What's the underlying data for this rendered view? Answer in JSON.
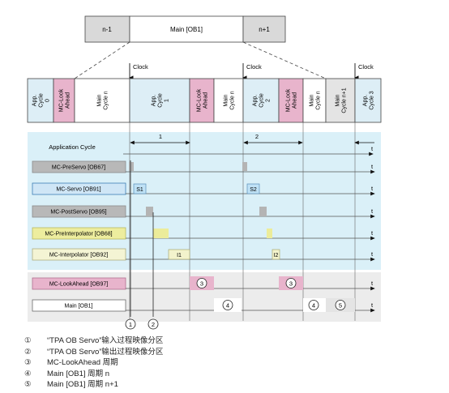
{
  "top_bar": {
    "left": "n-1",
    "center": "Main [OB1]",
    "right": "n+1"
  },
  "clock_label": "Clock",
  "cycle_strip": [
    {
      "text": "App.\nCycle\n0",
      "kind": "app"
    },
    {
      "text": "MC-Look\nAhead",
      "kind": "lookahead"
    },
    {
      "text": "Main\nCycle n",
      "kind": "main"
    },
    {
      "text": "App.\nCycle\n1",
      "kind": "app"
    },
    {
      "text": "MC-Look\nAhead",
      "kind": "lookahead"
    },
    {
      "text": "Main\nCycle n",
      "kind": "main"
    },
    {
      "text": "App.\nCycle\n2",
      "kind": "app"
    },
    {
      "text": "MC-Look\nAhead",
      "kind": "lookahead"
    },
    {
      "text": "Main\nCycle n",
      "kind": "main"
    },
    {
      "text": "Main\nCycle n+1",
      "kind": "main2"
    },
    {
      "text": "App.\nCycle 3",
      "kind": "app"
    }
  ],
  "app_cycle_label": "Application Cycle",
  "interval_labels": [
    "1",
    "2"
  ],
  "time_axis_label": "t",
  "rows": [
    {
      "label": "MC-PreServo [OB67]",
      "style": "gray"
    },
    {
      "label": "MC-Servo [OB91]",
      "style": "blue"
    },
    {
      "label": "MC-PostServo [OB95]",
      "style": "gray"
    },
    {
      "label": "MC-PreInterpolator [OB68]",
      "style": "yellow"
    },
    {
      "label": "MC-Interpolator [OB92]",
      "style": "lightyellow"
    },
    {
      "label": "MC-LookAhead [OB97]",
      "style": "pink"
    },
    {
      "label": "Main [OB1]",
      "style": "white"
    }
  ],
  "block_labels": {
    "s1": "S1",
    "s2": "S2",
    "i1": "I1",
    "i2": "I2"
  },
  "markers": [
    "1",
    "2",
    "3",
    "3",
    "4",
    "4",
    "5"
  ],
  "legend": [
    {
      "num": "①",
      "text": "“TPA OB Servo”输入过程映像分区"
    },
    {
      "num": "②",
      "text": "“TPA OB Servo”输出过程映像分区"
    },
    {
      "num": "③",
      "text": "MC-LookAhead 周期"
    },
    {
      "num": "④",
      "text": "Main [OB1] 周期 n"
    },
    {
      "num": "⑤",
      "text": "Main [OB1] 周期 n+1"
    }
  ],
  "colors": {
    "cyan_bg": "#daf0f8",
    "gray_bg": "#ececec",
    "app_fill": "#ddeef6",
    "lookahead_fill": "#e8b4cc",
    "main2_fill": "#e4e4e4",
    "block_gray": "#b4b4b4",
    "block_blue": "#bfe2f6",
    "block_yellow": "#ecec9a"
  }
}
